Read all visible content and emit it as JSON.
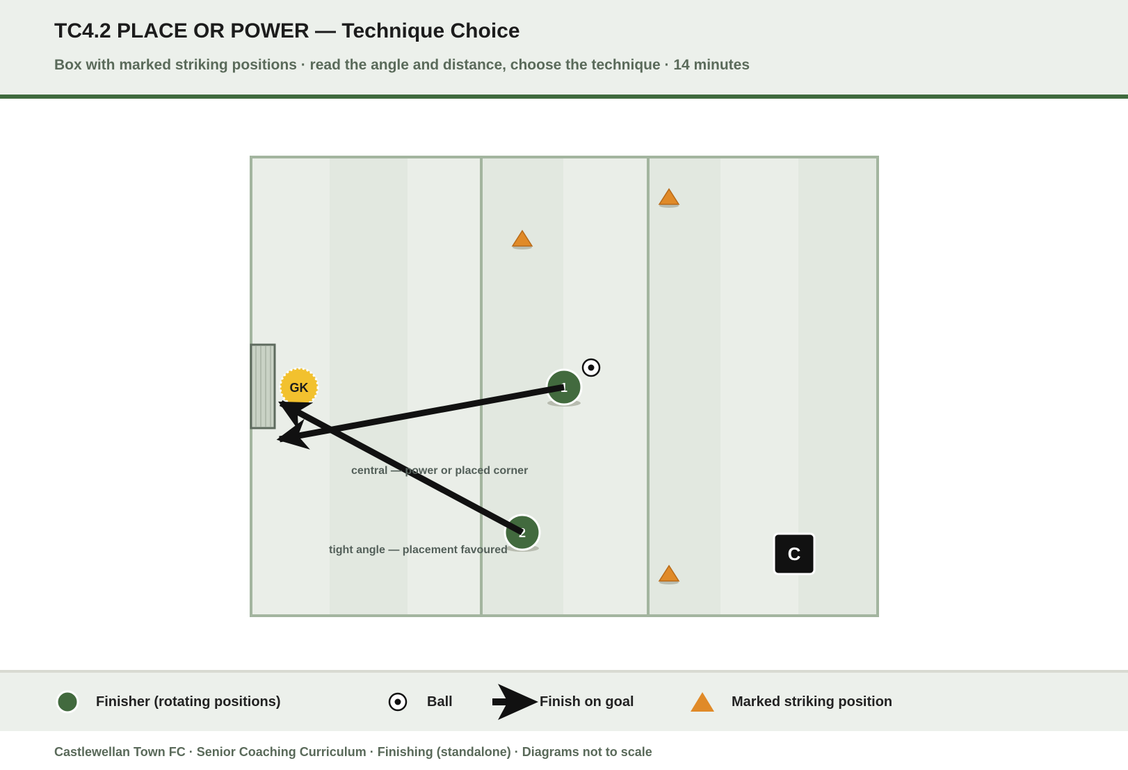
{
  "header": {
    "title": "TC4.2 PLACE OR POWER — Technique Choice",
    "subtitle": "Box with marked striking positions · read the angle and distance, choose the technique · 14 minutes"
  },
  "diagram": {
    "goalkeeper_label": "GK",
    "coach_label": "C",
    "finishers": [
      {
        "label": "1"
      },
      {
        "label": "2"
      }
    ],
    "annotations": {
      "central": "central — power or placed corner",
      "tight": "tight angle — placement favoured"
    },
    "colors": {
      "pitch_light": "#ecefe9",
      "pitch_dark": "#e3e9e1",
      "lines": "#a3b59f",
      "finisher": "#426a3e",
      "goalkeeper": "#f2c12e",
      "cone": "#e08a28",
      "arrow": "#111111",
      "coach": "#111111"
    }
  },
  "legend": {
    "finisher": "Finisher (rotating positions)",
    "ball": "Ball",
    "finish": "Finish on goal",
    "cone": "Marked striking position"
  },
  "footer": "Castlewellan Town FC · Senior Coaching Curriculum · Finishing (standalone) · Diagrams not to scale"
}
